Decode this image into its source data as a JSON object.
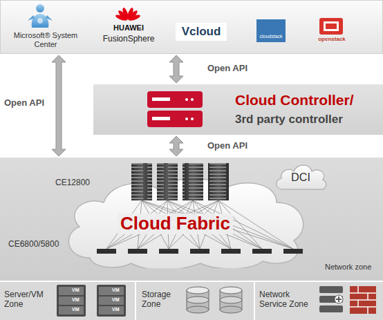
{
  "diagram": {
    "nodes": [
      {
        "text": [
          "Microsoft® System Center",
          "HUAWEI",
          "FusionSphere",
          "Vcloud",
          "cloudstack",
          "openstack"
        ]
      },
      {
        "text": [
          "Cloud Controller/",
          "3rd party controller"
        ]
      },
      {
        "text": [
          "Network zone"
        ]
      },
      {
        "text": [
          "DCI"
        ],
        "in": 2
      },
      {
        "text": [
          "Cloud Fabric"
        ],
        "in": 2
      },
      {
        "text": [
          "Server/VM Zone"
        ]
      },
      {
        "text": [
          "Storage Zone"
        ]
      },
      {
        "text": [
          "Network Service Zone"
        ]
      }
    ],
    "edges": [
      {
        "from": 0,
        "to": 2,
        "arrow": "both",
        "label": "Open API"
      },
      {
        "from": 0,
        "to": 1,
        "arrow": "both",
        "label": "Open API"
      },
      {
        "from": 1,
        "to": 2,
        "arrow": "both",
        "label": "Open API"
      }
    ],
    "labels": [
      "CE12800",
      "CE6800/5800",
      "VM",
      "VM",
      "VM",
      "VM",
      "VM",
      "VM"
    ]
  }
}
